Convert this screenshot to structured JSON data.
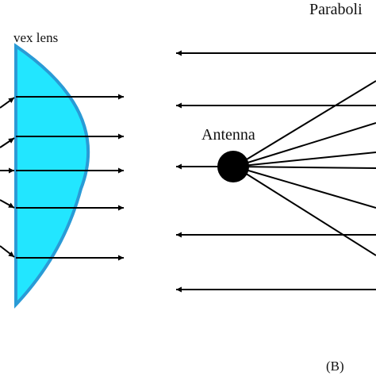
{
  "labels": {
    "convex_lens": "vex lens",
    "parabolic": "Paraboli",
    "antenna": "Antenna",
    "panel_b": "(B)"
  },
  "colors": {
    "lens_fill": "#22e6ff",
    "lens_edge": "#2a9bd6",
    "ink": "#000000"
  }
}
